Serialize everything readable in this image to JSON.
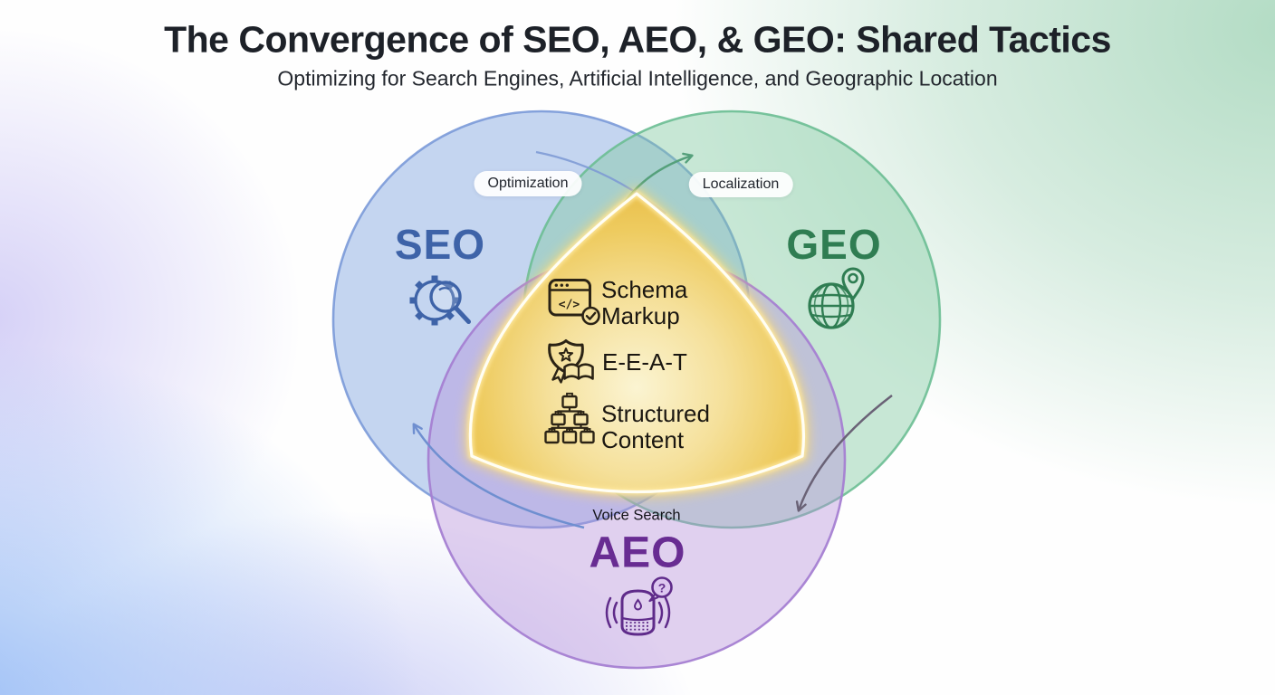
{
  "header": {
    "title": "The Convergence of SEO, AEO, & GEO: Shared Tactics",
    "subtitle": "Optimizing for Search Engines, Artificial Intelligence, and Geographic Location"
  },
  "venn": {
    "seo": {
      "label": "SEO",
      "color": "#3e63a8",
      "icon": "gear-magnifier-icon"
    },
    "geo": {
      "label": "GEO",
      "color": "#2f7d52",
      "icon": "globe-location-pin-icon"
    },
    "aeo": {
      "label": "AEO",
      "color": "#682c92",
      "icon": "smart-speaker-icon"
    },
    "edge_labels": {
      "optimization": "Optimization",
      "localization": "Localization",
      "voice_search": "Voice Search"
    },
    "center": {
      "items": [
        {
          "icon": "schema-markup-icon",
          "line1": "Schema",
          "line2": "Markup"
        },
        {
          "icon": "eeat-badge-book-icon",
          "line1": "E-E-A-T"
        },
        {
          "icon": "structured-content-boxes-icon",
          "line1": "Structured",
          "line2": "Content"
        }
      ]
    },
    "glyphs": {
      "question_mark": "?",
      "code": "</>"
    }
  },
  "colors": {
    "seo_fill": "#7fa3e0",
    "geo_fill": "#7cc79d",
    "aeo_fill": "#b48bd9",
    "gold_core": "#fbf4d2",
    "gold_edge": "#e9bf4b",
    "glow": "#ffd96a",
    "arrow_green": "#55a07b",
    "arrow_blue": "#6f8fd0",
    "arrow_dark": "#6a6276"
  }
}
